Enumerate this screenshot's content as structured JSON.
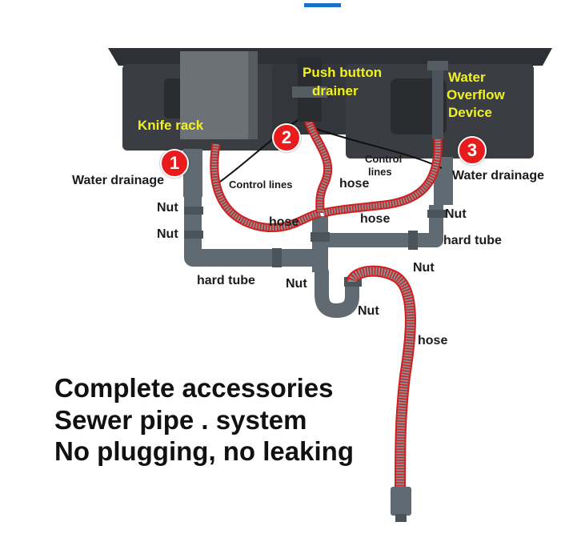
{
  "colors": {
    "sink": "#3a3d42",
    "pipe": "#5f6a72",
    "hose": "#8b8f93",
    "hose_outline": "#d01f1f",
    "label_dark": "#1b1b1b",
    "label_yellow": "#f2f21c",
    "badge": "#e81c1c",
    "accent": "#1a6fc8"
  },
  "badges": {
    "one": "1",
    "two": "2",
    "three": "3"
  },
  "labels": {
    "push_button_1": "Push button",
    "push_button_2": "drainer",
    "water_overflow_1": "Water",
    "water_overflow_2": "Overflow",
    "water_overflow_3": "Device",
    "knife_rack": "Knife rack",
    "control_lines_right_1": "Control",
    "control_lines_right_2": "lines",
    "water_drainage_left": "Water drainage",
    "control_lines_left": "Control lines",
    "hose_top": "hose",
    "water_drainage_right": "Water drainage",
    "nut_left_1": "Nut",
    "nut_right_top": "Nut",
    "hose_left": "hose",
    "hose_right": "hose",
    "nut_left_2": "Nut",
    "hard_tube_right": "hard tube",
    "nut_right_bottom": "Nut",
    "hard_tube_left": "hard tube",
    "nut_center": "Nut",
    "nut_trap": "Nut",
    "hose_long": "hose"
  },
  "headline": {
    "line1": "Complete accessories",
    "line2": "Sewer pipe . system",
    "line3": "No plugging, no leaking"
  }
}
